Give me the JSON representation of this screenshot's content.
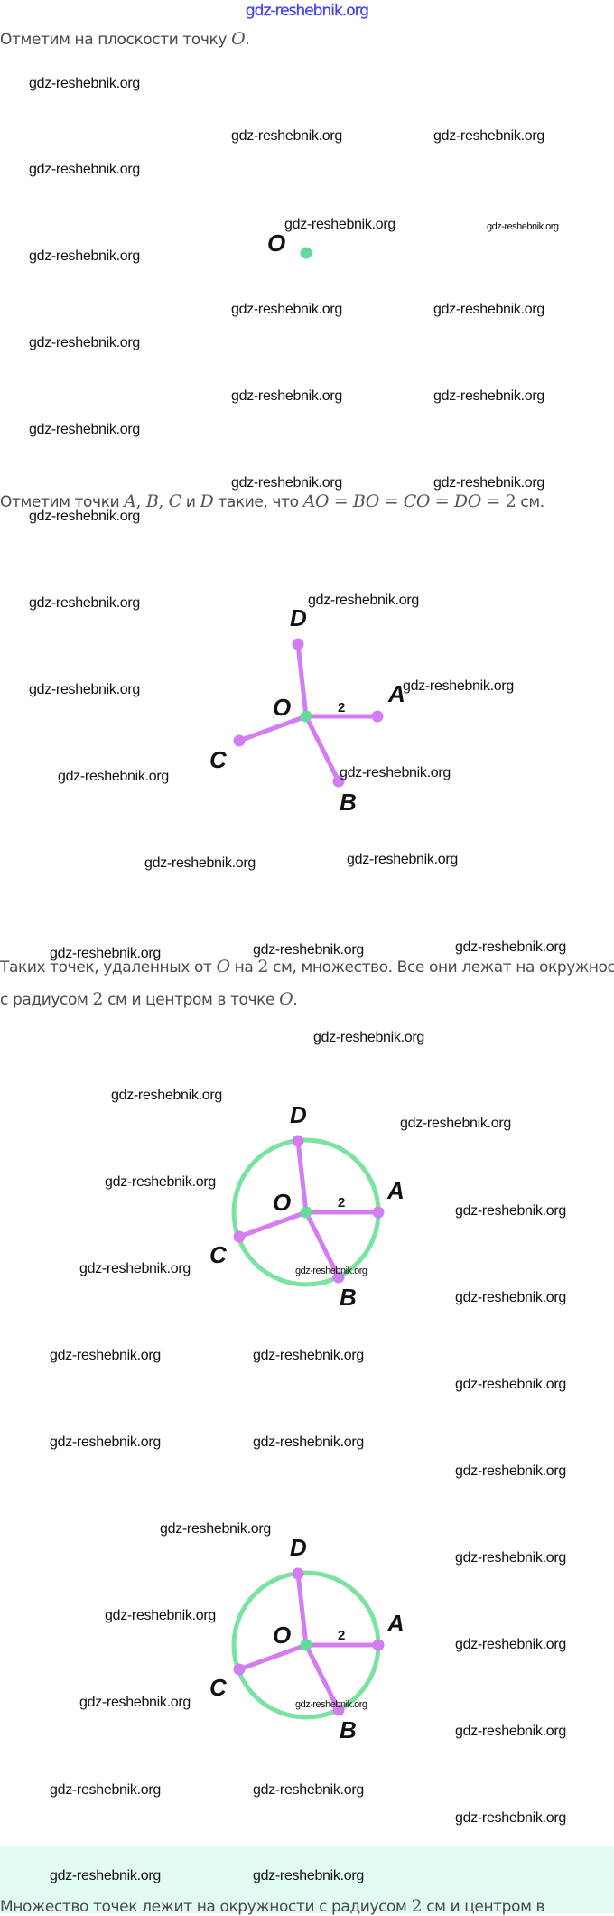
{
  "watermark": "gdz-reshebnik.org",
  "top_watermark": "gdz-reshebnik.org",
  "colors": {
    "segment": "#d47cf2",
    "center": "#62dc98",
    "circle": "#7ae3a2",
    "band": "#e0fcee"
  },
  "text": {
    "p1": {
      "a": "Отметим на плоскости точку ",
      "O": "O",
      "end": "."
    },
    "p2": {
      "a": "Отметим точки ",
      "A": "A",
      "c1": ", ",
      "B": "B",
      "c2": ", ",
      "C": "C",
      "and": " и ",
      "D": "D",
      "b": " такие, что ",
      "eq": "AO = BO = CO = DO = ",
      "two": "2",
      "unit": " см."
    },
    "p3": {
      "a": "Таких точек, удаленных от ",
      "O": "O",
      "b": " на ",
      "two": "2",
      "c": " см, множество. Все они лежат на окружности"
    },
    "p4": {
      "a": "с радиусом ",
      "two": "2",
      "b": " см и центром в точке ",
      "O": "O",
      "end": "."
    },
    "p5": {
      "a": "Множество точек лежит на окружности с радиусом ",
      "two": "2",
      "b": " см и центром в"
    }
  },
  "diagram": {
    "O": "O",
    "A": "A",
    "B": "B",
    "C": "C",
    "D": "D",
    "radius_label": "2"
  }
}
